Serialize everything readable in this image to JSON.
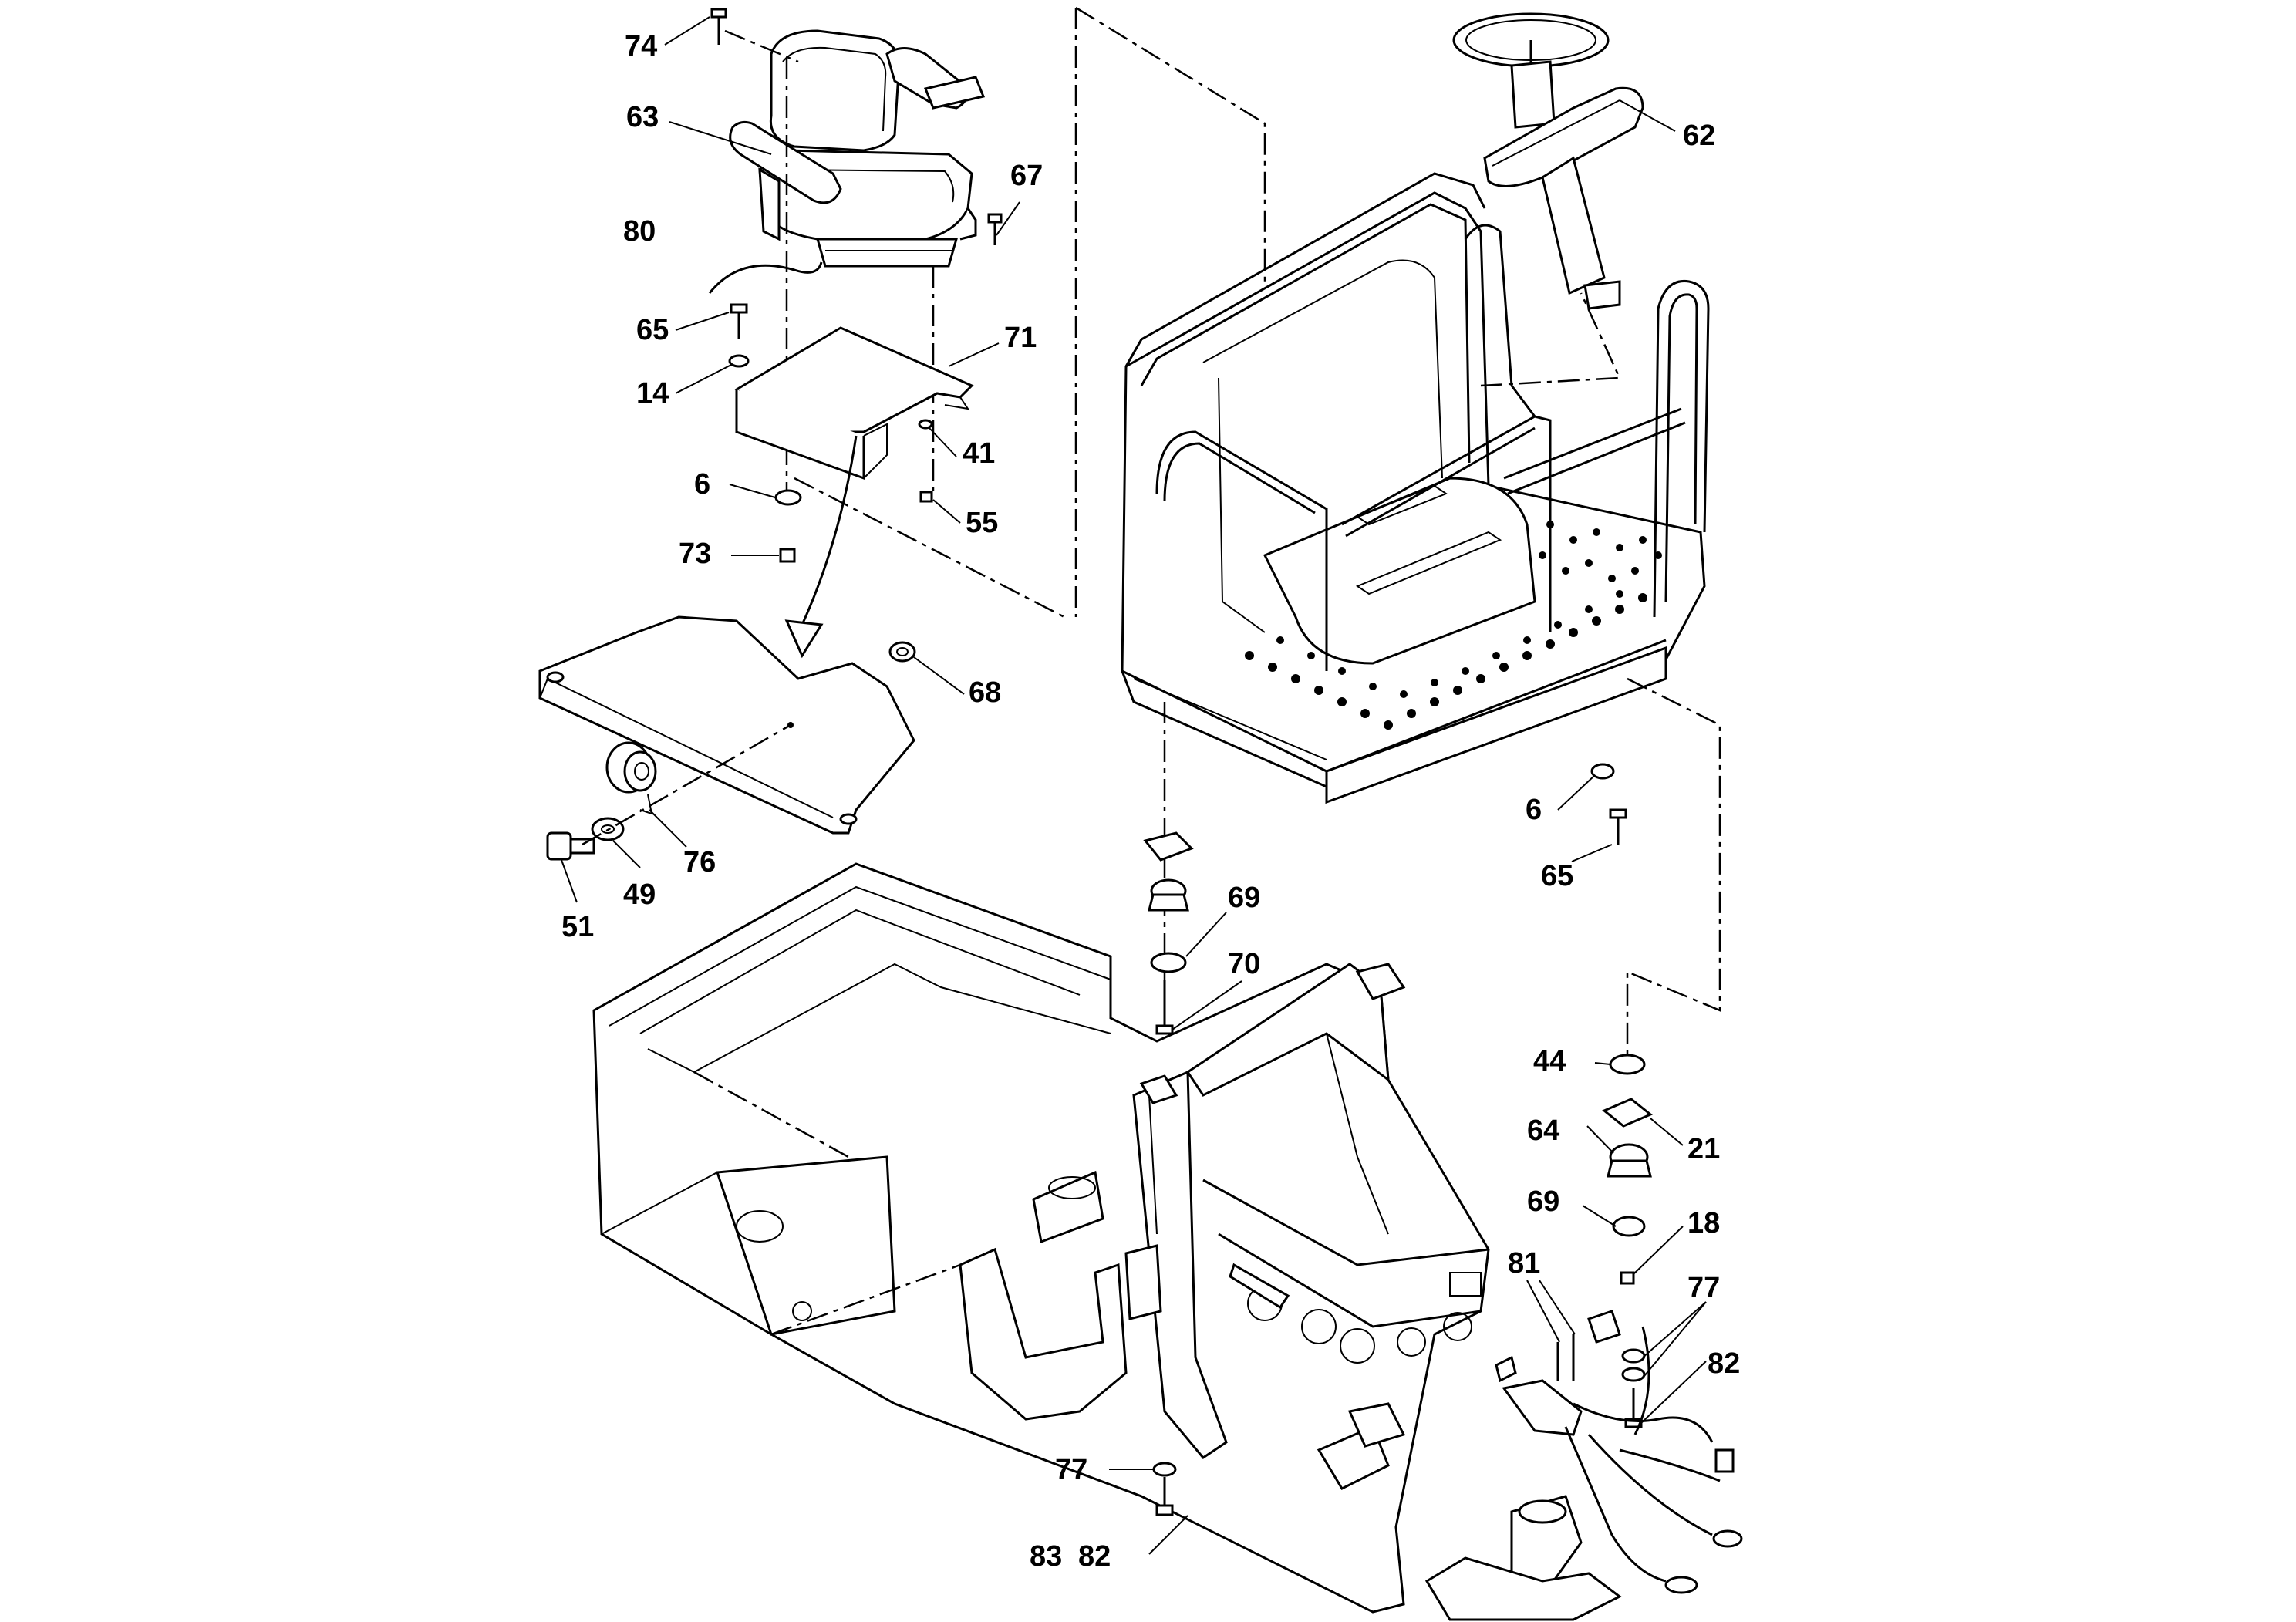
{
  "labels": {
    "l74": "74",
    "l63": "63",
    "l67": "67",
    "l80": "80",
    "l65a": "65",
    "l71": "71",
    "l14": "14",
    "l41": "41",
    "l6a": "6",
    "l55": "55",
    "l73": "73",
    "l68": "68",
    "l76": "76",
    "l51": "51",
    "l49": "49",
    "l62": "62",
    "l6b": "6",
    "l65b": "65",
    "l69a": "69",
    "l70": "70",
    "l44": "44",
    "l21": "21",
    "l64": "64",
    "l69b": "69",
    "l18": "18",
    "l81": "81",
    "l77a": "77",
    "l82a": "82",
    "l77b": "77",
    "l83": "83",
    "l82b": "82"
  }
}
